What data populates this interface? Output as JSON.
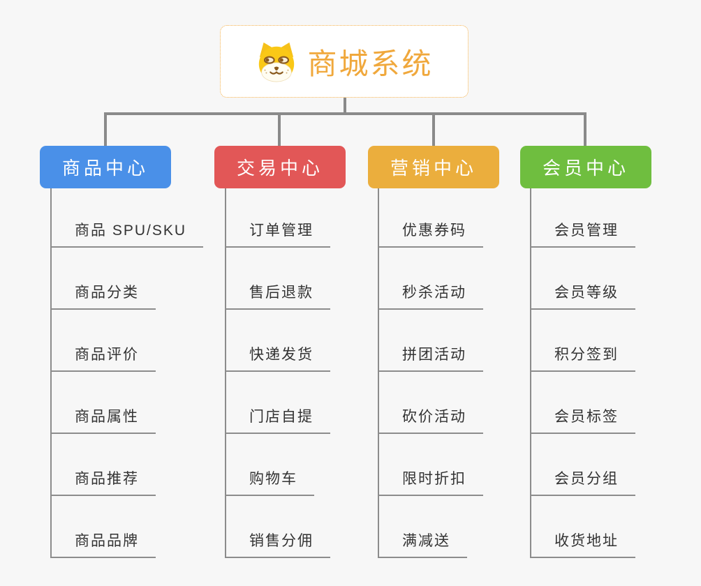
{
  "root": {
    "label": "商城系统",
    "icon": "shiba-dog-icon",
    "border_color": "#F5B049",
    "text_color": "#F0A83C"
  },
  "branches": [
    {
      "label": "商品中心",
      "color": "#4A90E8",
      "items": [
        "商品 SPU/SKU",
        "商品分类",
        "商品评价",
        "商品属性",
        "商品推荐",
        "商品品牌"
      ]
    },
    {
      "label": "交易中心",
      "color": "#E25757",
      "items": [
        "订单管理",
        "售后退款",
        "快递发货",
        "门店自提",
        "购物车",
        "销售分佣"
      ]
    },
    {
      "label": "营销中心",
      "color": "#EBAE3D",
      "items": [
        "优惠券码",
        "秒杀活动",
        "拼团活动",
        "砍价活动",
        "限时折扣",
        "满减送"
      ]
    },
    {
      "label": "会员中心",
      "color": "#6FBE3F",
      "items": [
        "会员管理",
        "会员等级",
        "积分签到",
        "会员标签",
        "会员分组",
        "收货地址"
      ]
    }
  ],
  "colors": {
    "background": "#F7F7F7",
    "connector": "#8A8A8A",
    "leaf_text": "#333333"
  }
}
